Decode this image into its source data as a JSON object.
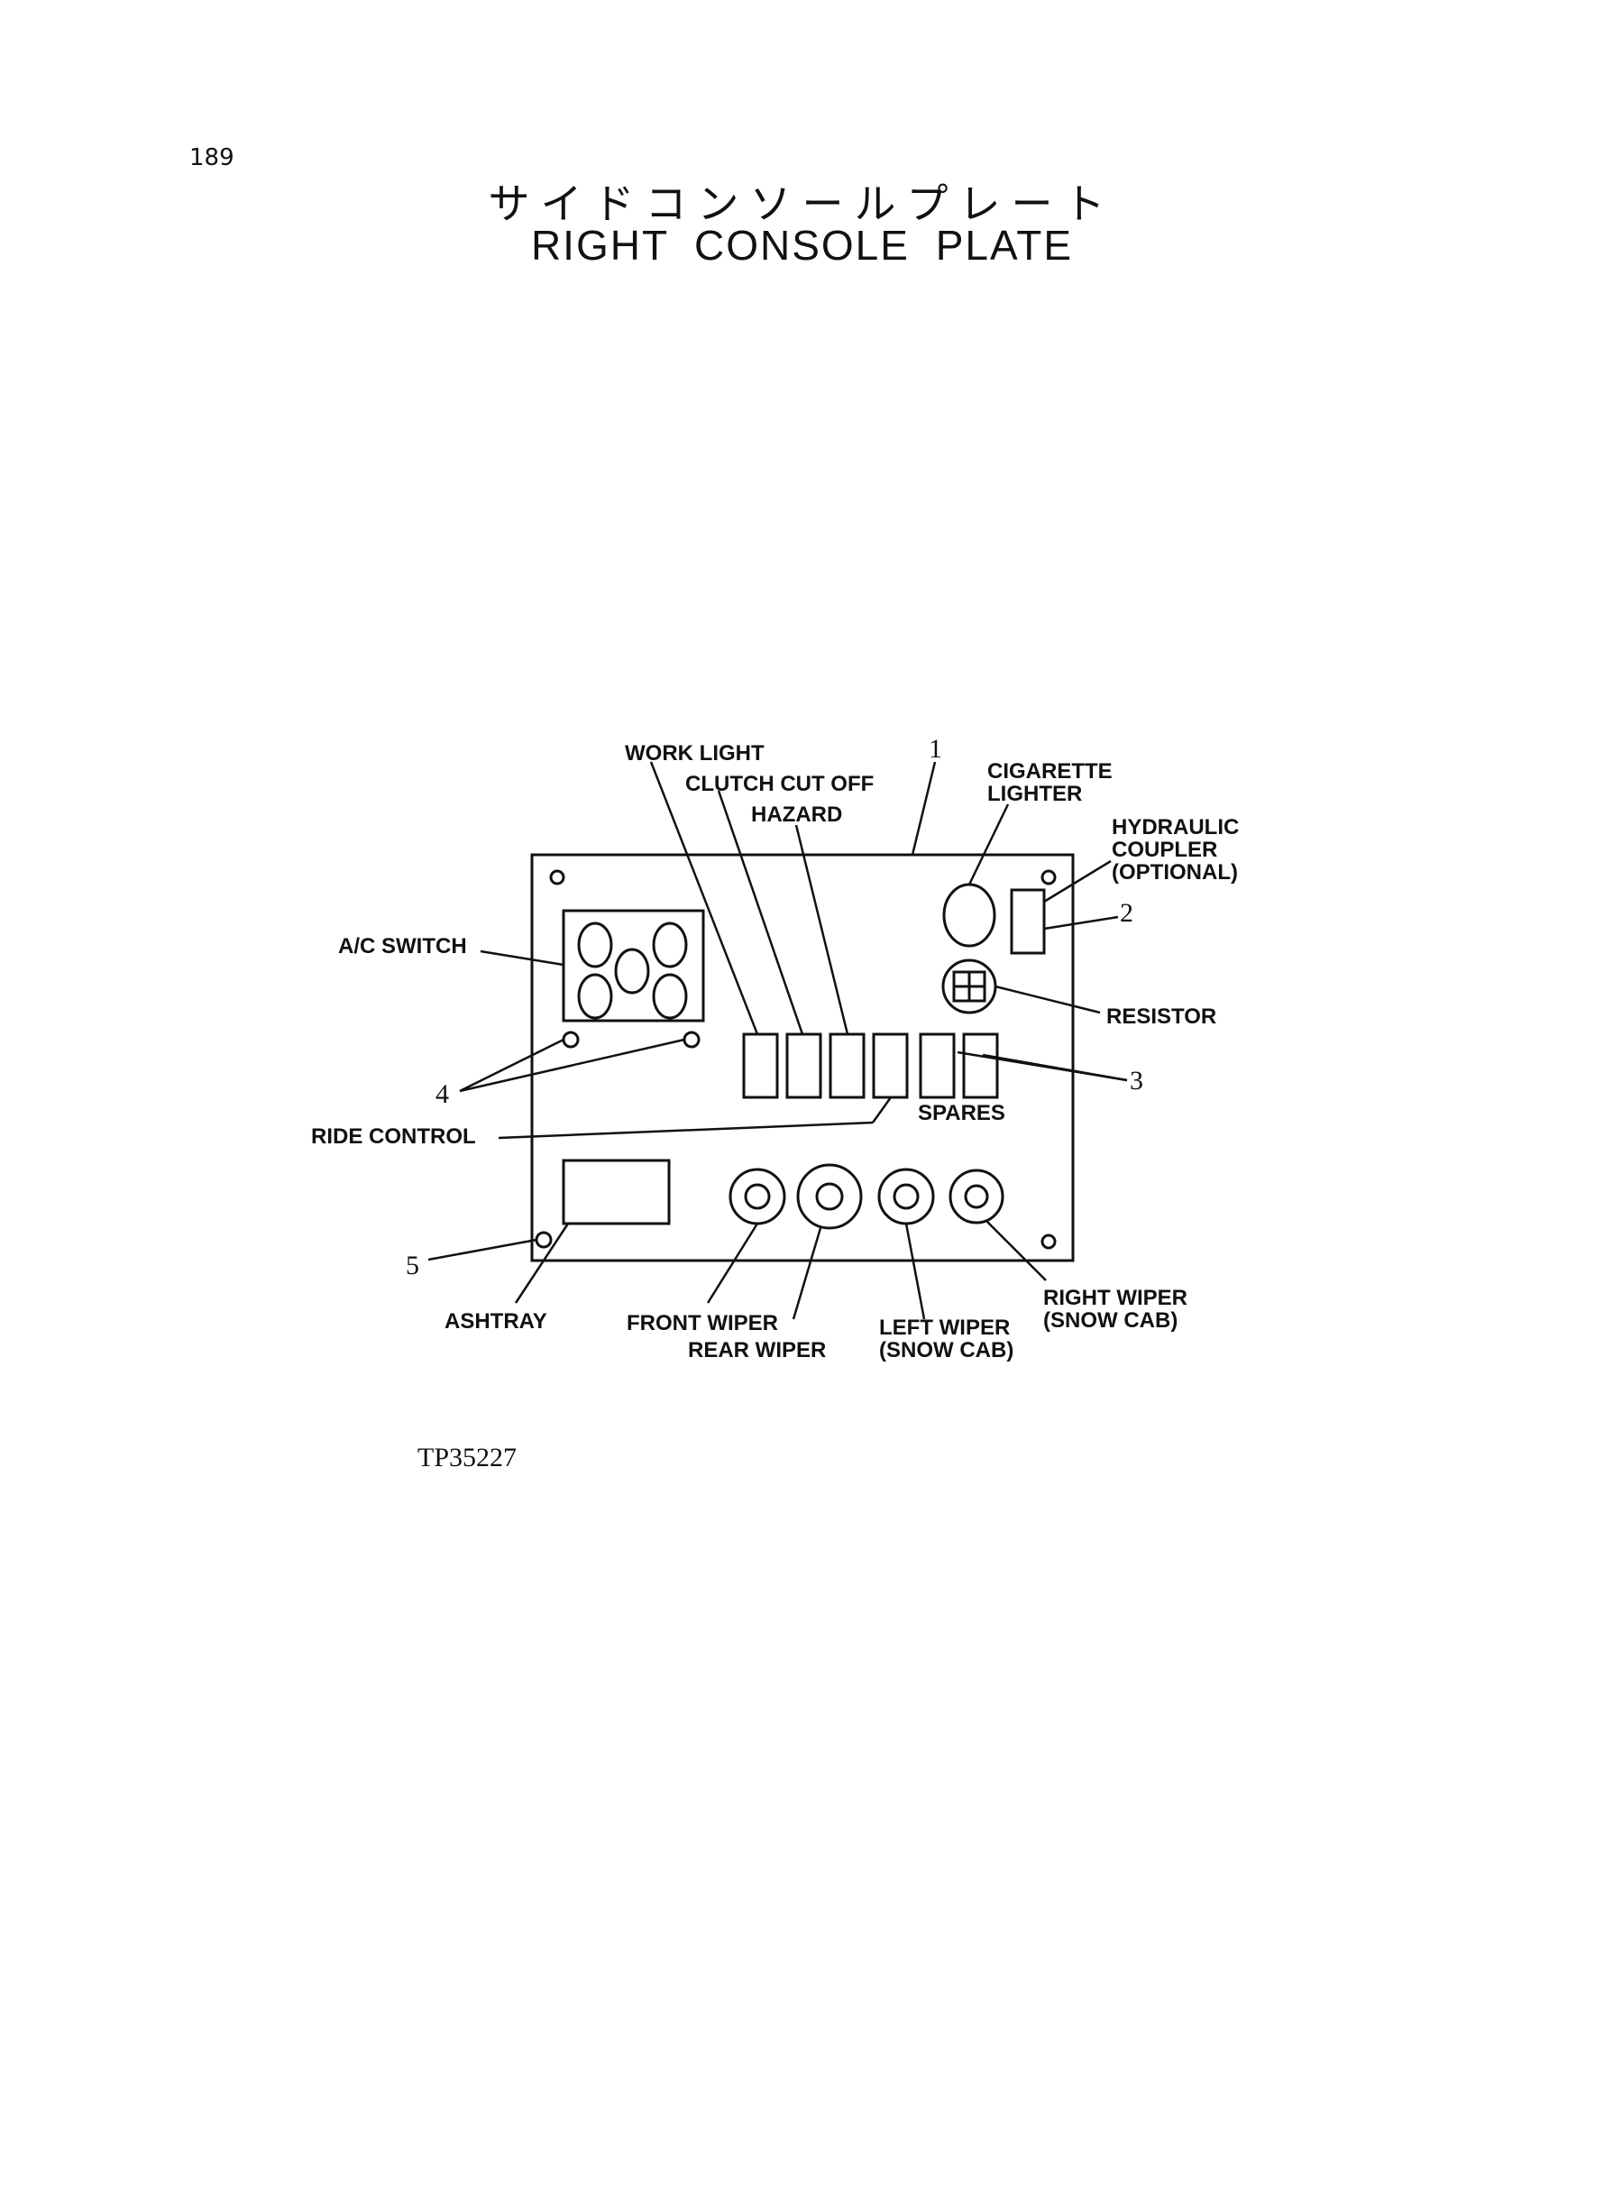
{
  "page_number": "189",
  "title_jp": "サイドコンソールプレート",
  "title_en": "RIGHT CONSOLE PLATE",
  "figure_code": "TP35227",
  "labels": {
    "work_light": "WORK LIGHT",
    "clutch_cut_off": "CLUTCH CUT OFF",
    "hazard": "HAZARD",
    "cigarette_lighter_1": "CIGARETTE",
    "cigarette_lighter_2": "LIGHTER",
    "hydraulic_1": "HYDRAULIC",
    "hydraulic_2": "COUPLER",
    "hydraulic_3": "(OPTIONAL)",
    "ac_switch": "A/C SWITCH",
    "resistor": "RESISTOR",
    "spares": "SPARES",
    "ride_control": "RIDE CONTROL",
    "ashtray": "ASHTRAY",
    "front_wiper": "FRONT WIPER",
    "rear_wiper": "REAR WIPER",
    "left_wiper_1": "LEFT WIPER",
    "left_wiper_2": "(SNOW CAB)",
    "right_wiper_1": "RIGHT WIPER",
    "right_wiper_2": "(SNOW CAB)"
  },
  "callouts": {
    "n1": "1",
    "n2": "2",
    "n3": "3",
    "n4": "4",
    "n5": "5"
  }
}
